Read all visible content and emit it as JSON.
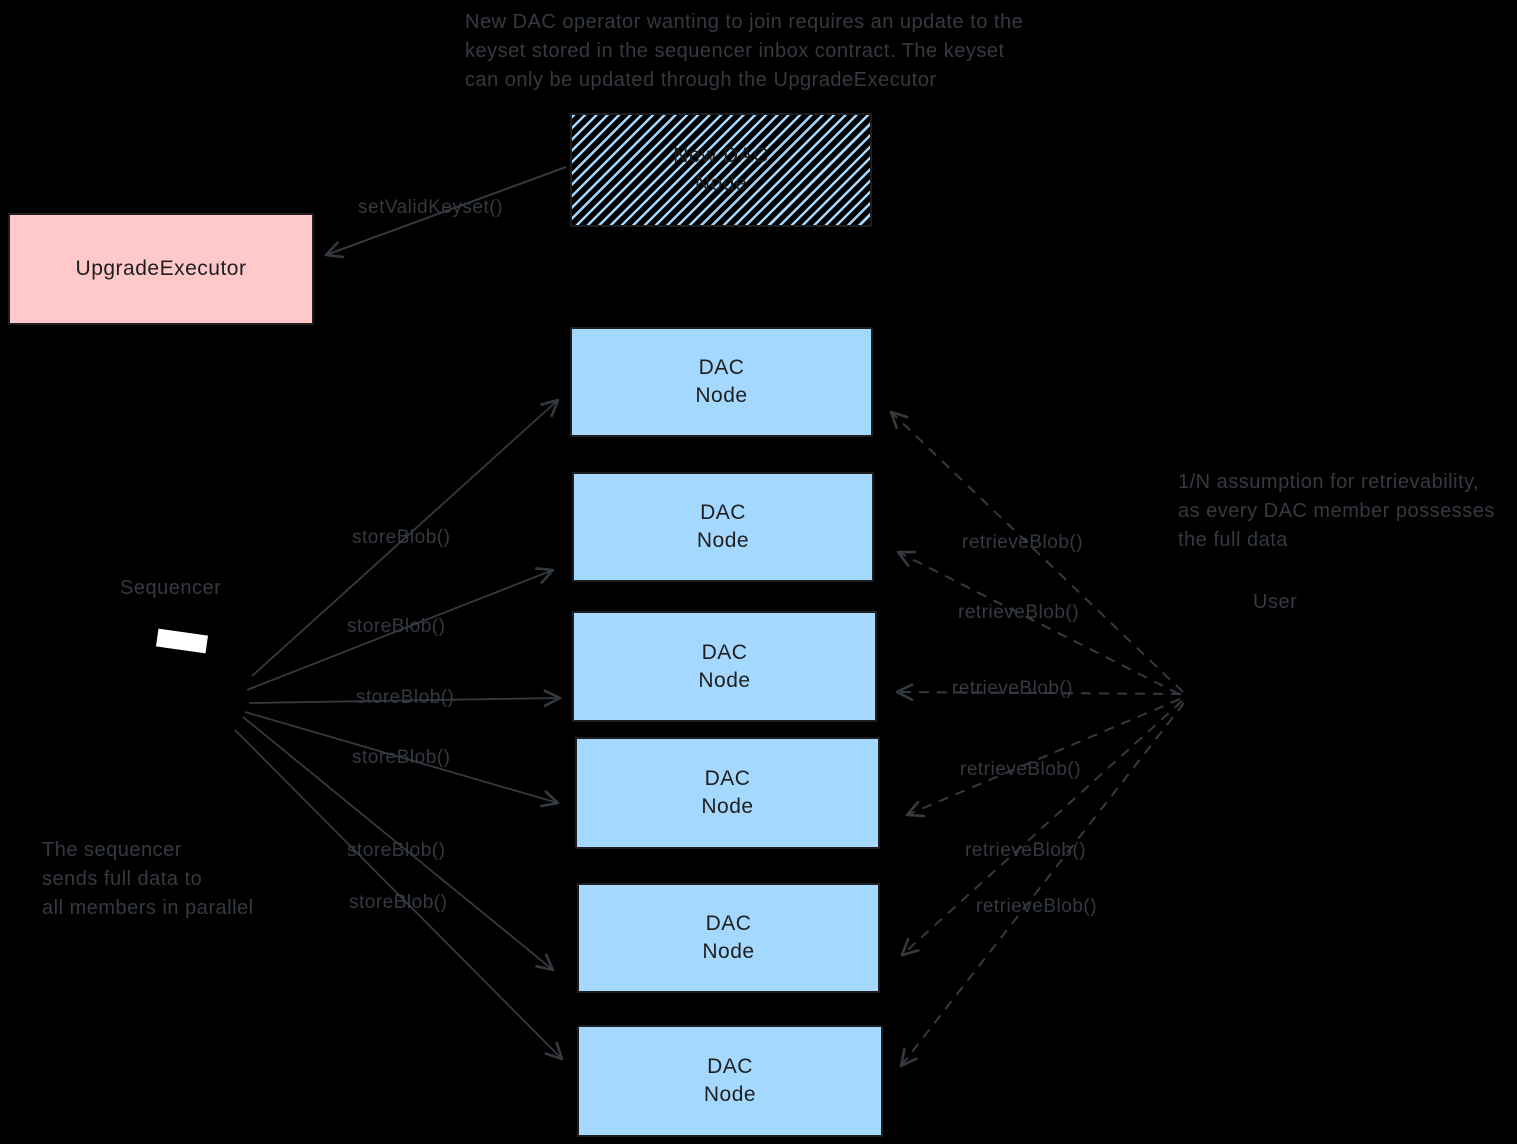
{
  "diagram": {
    "background_color": "#000000",
    "line_color": "#343a40",
    "box_border_color": "#1e1e1e",
    "box_text_color": "#1e1e1e",
    "dac_node_fill": "#a5d8ff",
    "executor_fill": "#ffc9c9",
    "hatch_color": "#a5d8ff",
    "sequencer_mark_color": "#ffffff"
  },
  "notes": {
    "keyset": {
      "lines": [
        "New DAC operator wanting to join requires an update to the",
        "keyset stored in the sequencer inbox contract. The keyset",
        "can only be updated through the UpgradeExecutor"
      ]
    },
    "retrievability": {
      "lines": [
        "1/N assumption for retrievability,",
        "as every DAC member possesses",
        "the full data"
      ]
    },
    "parallel": {
      "lines": [
        "The sequencer",
        "sends full data to",
        "all members in parallel"
      ]
    }
  },
  "actors": {
    "sequencer_label": "Sequencer",
    "user_label": "User"
  },
  "call_labels": {
    "set_valid_keyset": "setValidKeyset()",
    "store_blob": "storeBlob()",
    "retrieve_blob": "retrieveBlob()"
  },
  "boxes": {
    "upgrade_executor": {
      "label": "UpgradeExecutor"
    },
    "new_dac_node": {
      "line1": "New DAC",
      "line2": "Node"
    },
    "dac_nodes": {
      "line1": "DAC",
      "line2": "Node",
      "count": 6
    }
  }
}
